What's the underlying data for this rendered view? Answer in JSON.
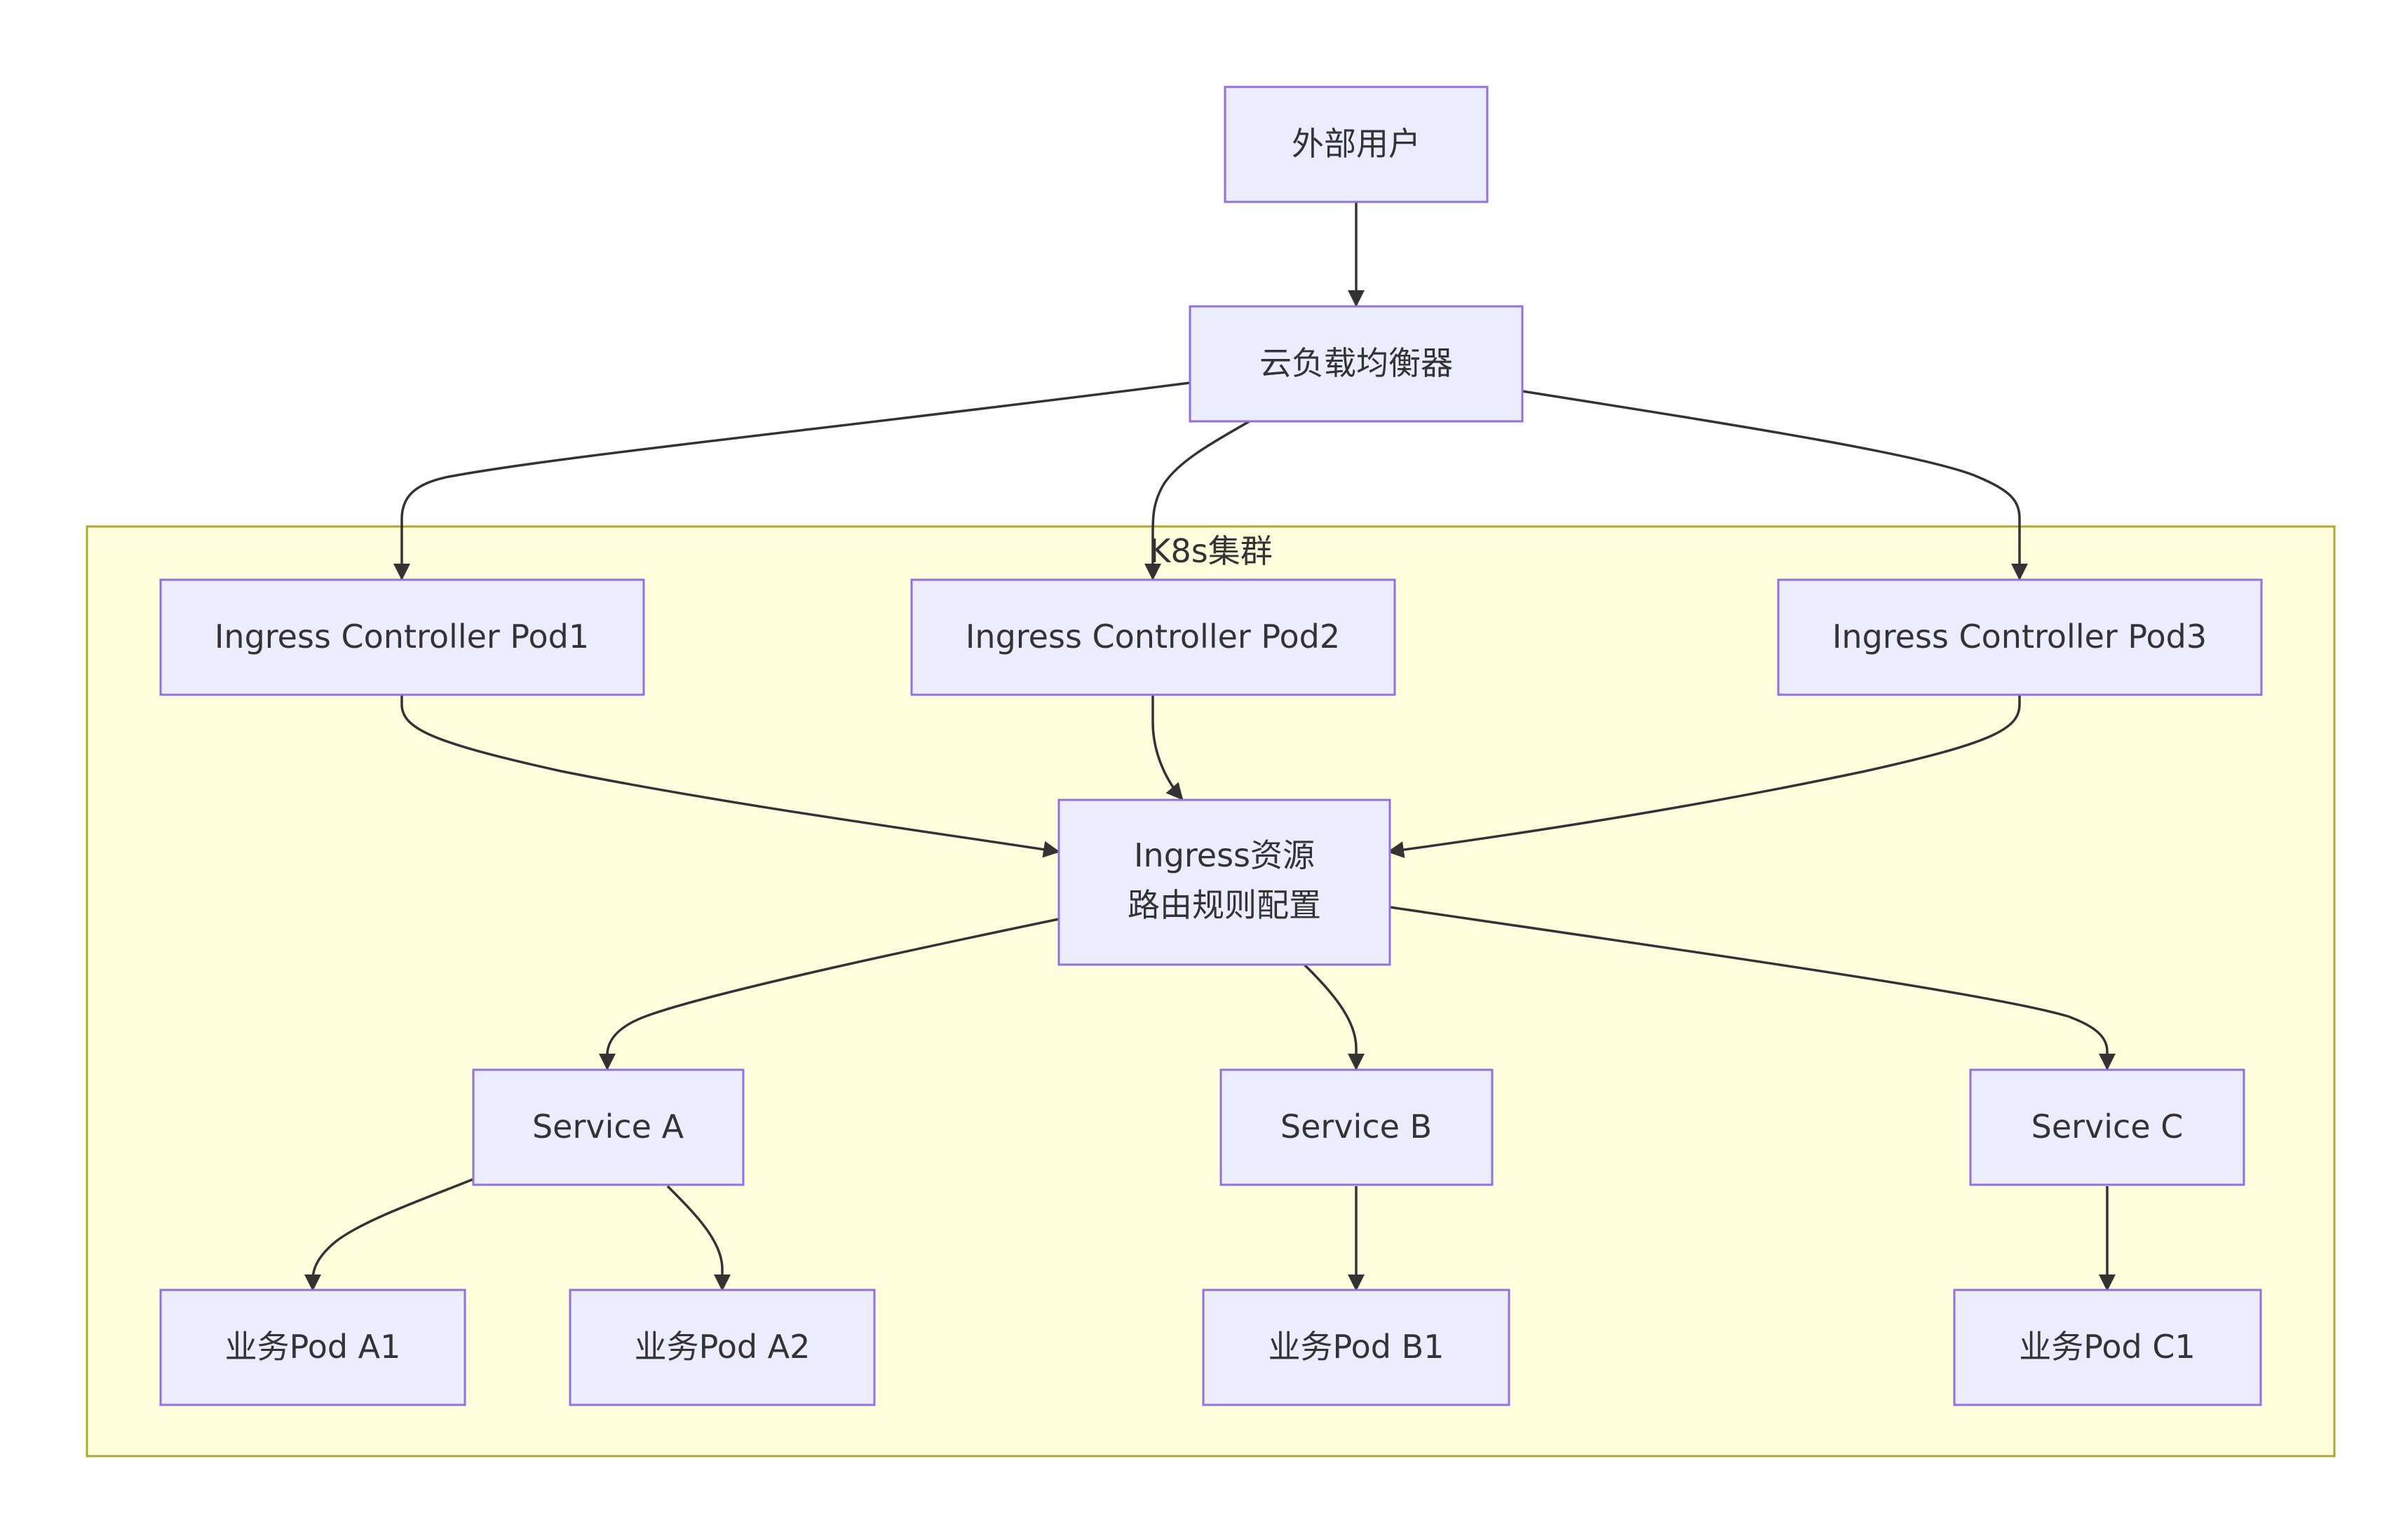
{
  "diagram": {
    "colors": {
      "node_fill": "#ECECFF",
      "node_stroke": "#9370DB",
      "cluster_fill": "#FFFFDE",
      "cluster_stroke": "#AAAA33",
      "edge": "#333333",
      "text": "#333333"
    },
    "cluster": {
      "label": "K8s集群"
    },
    "nodes": {
      "user": {
        "label": "外部用户"
      },
      "lb": {
        "label": "云负载均衡器"
      },
      "ic1": {
        "label": "Ingress Controller Pod1"
      },
      "ic2": {
        "label": "Ingress Controller Pod2"
      },
      "ic3": {
        "label": "Ingress Controller Pod3"
      },
      "ingress": {
        "line1": "Ingress资源",
        "line2": "路由规则配置"
      },
      "svcA": {
        "label": "Service A"
      },
      "svcB": {
        "label": "Service B"
      },
      "svcC": {
        "label": "Service C"
      },
      "podA1": {
        "label": "业务Pod A1"
      },
      "podA2": {
        "label": "业务Pod A2"
      },
      "podB1": {
        "label": "业务Pod B1"
      },
      "podC1": {
        "label": "业务Pod C1"
      }
    },
    "edges": [
      {
        "from": "user",
        "to": "lb"
      },
      {
        "from": "lb",
        "to": "ic1"
      },
      {
        "from": "lb",
        "to": "ic2"
      },
      {
        "from": "lb",
        "to": "ic3"
      },
      {
        "from": "ic1",
        "to": "ingress"
      },
      {
        "from": "ic2",
        "to": "ingress"
      },
      {
        "from": "ic3",
        "to": "ingress"
      },
      {
        "from": "ingress",
        "to": "svcA"
      },
      {
        "from": "ingress",
        "to": "svcB"
      },
      {
        "from": "ingress",
        "to": "svcC"
      },
      {
        "from": "svcA",
        "to": "podA1"
      },
      {
        "from": "svcA",
        "to": "podA2"
      },
      {
        "from": "svcB",
        "to": "podB1"
      },
      {
        "from": "svcC",
        "to": "podC1"
      }
    ]
  }
}
